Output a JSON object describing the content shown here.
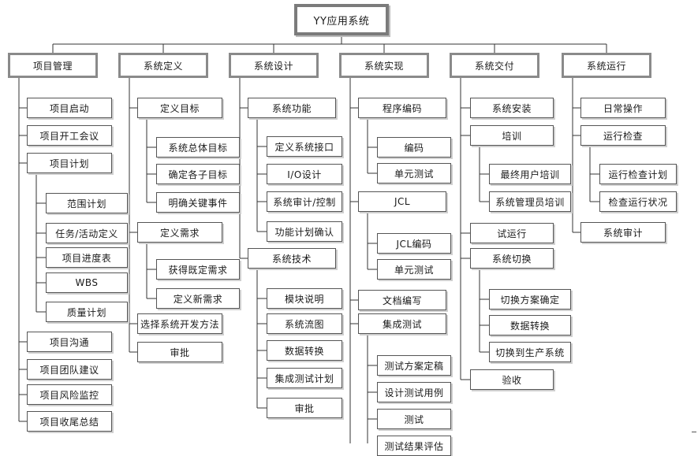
{
  "root": "YY应用系统",
  "columns": [
    {
      "label": "项目管理",
      "children": [
        {
          "label": "项目启动"
        },
        {
          "label": "项目开工会议"
        },
        {
          "label": "项目计划",
          "children": [
            {
              "label": "范围计划"
            },
            {
              "label": "任务/活动定义"
            },
            {
              "label": "项目进度表"
            },
            {
              "label": "WBS"
            },
            {
              "label": "质量计划"
            }
          ]
        },
        {
          "label": "项目沟通"
        },
        {
          "label": "项目团队建议"
        },
        {
          "label": "项目风险监控"
        },
        {
          "label": "项目收尾总结"
        }
      ]
    },
    {
      "label": "系统定义",
      "children": [
        {
          "label": "定义目标",
          "children": [
            {
              "label": "系统总体目标"
            },
            {
              "label": "确定各子目标"
            },
            {
              "label": "明确关键事件"
            }
          ]
        },
        {
          "label": "定义需求",
          "children": [
            {
              "label": "获得既定需求"
            },
            {
              "label": "定义新需求"
            }
          ]
        },
        {
          "label": "选择系统开发方法"
        },
        {
          "label": "审批"
        }
      ]
    },
    {
      "label": "系统设计",
      "children": [
        {
          "label": "系统功能",
          "children": [
            {
              "label": "定义系统接口"
            },
            {
              "label": "I/O设计"
            },
            {
              "label": "系统审计/控制"
            },
            {
              "label": "功能计划确认"
            }
          ]
        },
        {
          "label": "系统技术",
          "children": [
            {
              "label": "模块说明"
            },
            {
              "label": "系统流图"
            },
            {
              "label": "数据转换"
            },
            {
              "label": "集成测试计划"
            },
            {
              "label": "审批"
            }
          ]
        }
      ]
    },
    {
      "label": "系统实现",
      "children": [
        {
          "label": "程序编码",
          "children": [
            {
              "label": "编码"
            },
            {
              "label": "单元测试"
            }
          ]
        },
        {
          "label": "JCL",
          "children": [
            {
              "label": "JCL编码"
            },
            {
              "label": "单元测试"
            }
          ]
        },
        {
          "label": "文档编写"
        },
        {
          "label": "集成测试",
          "children": [
            {
              "label": "测试方案定稿"
            },
            {
              "label": "设计测试用例"
            },
            {
              "label": "测试"
            },
            {
              "label": "测试结果评估"
            }
          ]
        }
      ]
    },
    {
      "label": "系统交付",
      "children": [
        {
          "label": "系统安装"
        },
        {
          "label": "培训",
          "children": [
            {
              "label": "最终用户培训"
            },
            {
              "label": "系统管理员培训"
            }
          ]
        },
        {
          "label": "试运行"
        },
        {
          "label": "系统切换",
          "children": [
            {
              "label": "切换方案确定"
            },
            {
              "label": "数据转换"
            },
            {
              "label": "切换到生产系统"
            }
          ]
        },
        {
          "label": "验收"
        }
      ]
    },
    {
      "label": "系统运行",
      "children": [
        {
          "label": "日常操作"
        },
        {
          "label": "运行检查",
          "children": [
            {
              "label": "运行检查计划"
            },
            {
              "label": "检查运行状况"
            }
          ]
        },
        {
          "label": "系统审计"
        }
      ]
    }
  ]
}
